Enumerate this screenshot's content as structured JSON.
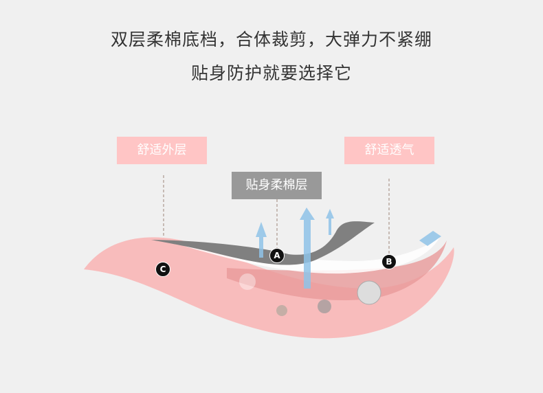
{
  "headline": {
    "line1": "双层柔棉底档，合体裁剪，大弹力不紧绷",
    "line2": "贴身防护就要选择它"
  },
  "labels": {
    "outer": "舒适外层",
    "breathable": "舒适透气",
    "inner": "贴身柔棉层"
  },
  "markers": {
    "a": "A",
    "b": "B",
    "c": "C"
  },
  "colors": {
    "background": "#f0f0f0",
    "pink_tag": "#ffc5c5",
    "gray_tag": "#999999",
    "outer_layer": "#f8bcbc",
    "inner_layer": "#808080",
    "arrow": "#8fc3e8"
  }
}
